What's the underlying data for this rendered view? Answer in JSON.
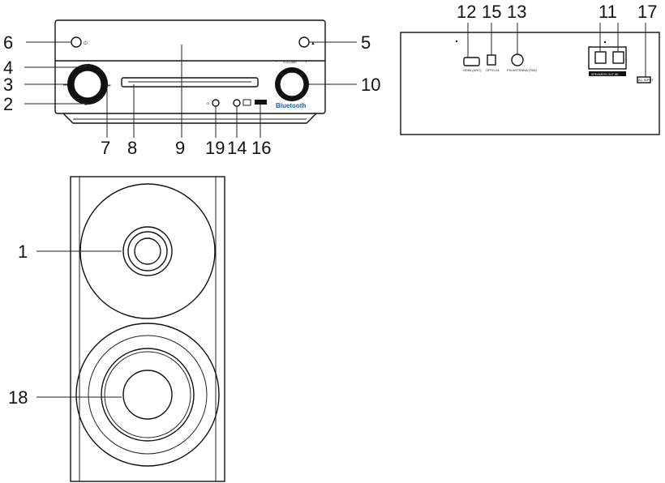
{
  "callouts": {
    "n1": "1",
    "n2": "2",
    "n3": "3",
    "n4": "4",
    "n5": "5",
    "n6": "6",
    "n7": "7",
    "n8": "8",
    "n9": "9",
    "n10": "10",
    "n11": "11",
    "n12": "12",
    "n13": "13",
    "n14": "14",
    "n15": "15",
    "n16": "16",
    "n17": "17",
    "n18": "18",
    "n19": "19"
  },
  "front_panel": {
    "volume_label": "VOLUME",
    "bluetooth_label": "Bluetooth"
  },
  "rear_panel": {
    "hdmi_label": "HDMI (ARC)",
    "optical_label": "OPTICAL",
    "antenna_label": "FM ANTENNA (75Ω)",
    "speaker_label": "SPEAKERS OUT 8Ω",
    "power_label": "AC INPUT"
  },
  "colors": {
    "line": "#111111",
    "bluetooth": "#1a5fb4"
  }
}
